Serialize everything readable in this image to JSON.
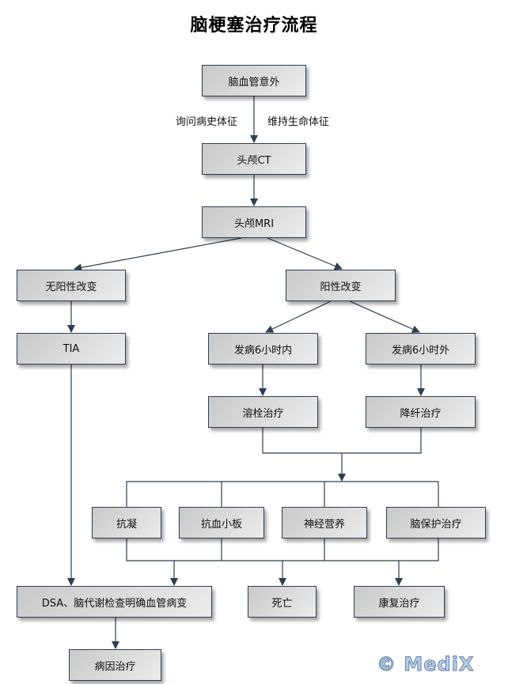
{
  "title": "脑梗塞治疗流程",
  "colors": {
    "line": "#2b3e55",
    "box_border": "#2b3e55",
    "watermark": "#5c7fa8"
  },
  "nodes": {
    "stroke": "脑血管意外",
    "head_ct": "头颅CT",
    "head_mri": "头颅MRI",
    "no_positive": "无阳性改变",
    "positive": "阳性改变",
    "tia": "TIA",
    "within_6h": "发病6小时内",
    "beyond_6h": "发病6小时外",
    "thrombolysis": "溶栓治疗",
    "defibrination": "降纤治疗",
    "anticoagulation": "抗凝",
    "antiplatelet": "抗血小板",
    "neurotrophic": "神经营养",
    "brain_protection": "脑保护治疗",
    "dsa": "DSA、脑代谢检查明确血管病变",
    "death": "死亡",
    "rehab": "康复治疗",
    "etiology": "病因治疗"
  },
  "edge_labels": {
    "left": "询问病史体征",
    "right": "维持生命体征"
  },
  "watermark": "© MediX"
}
